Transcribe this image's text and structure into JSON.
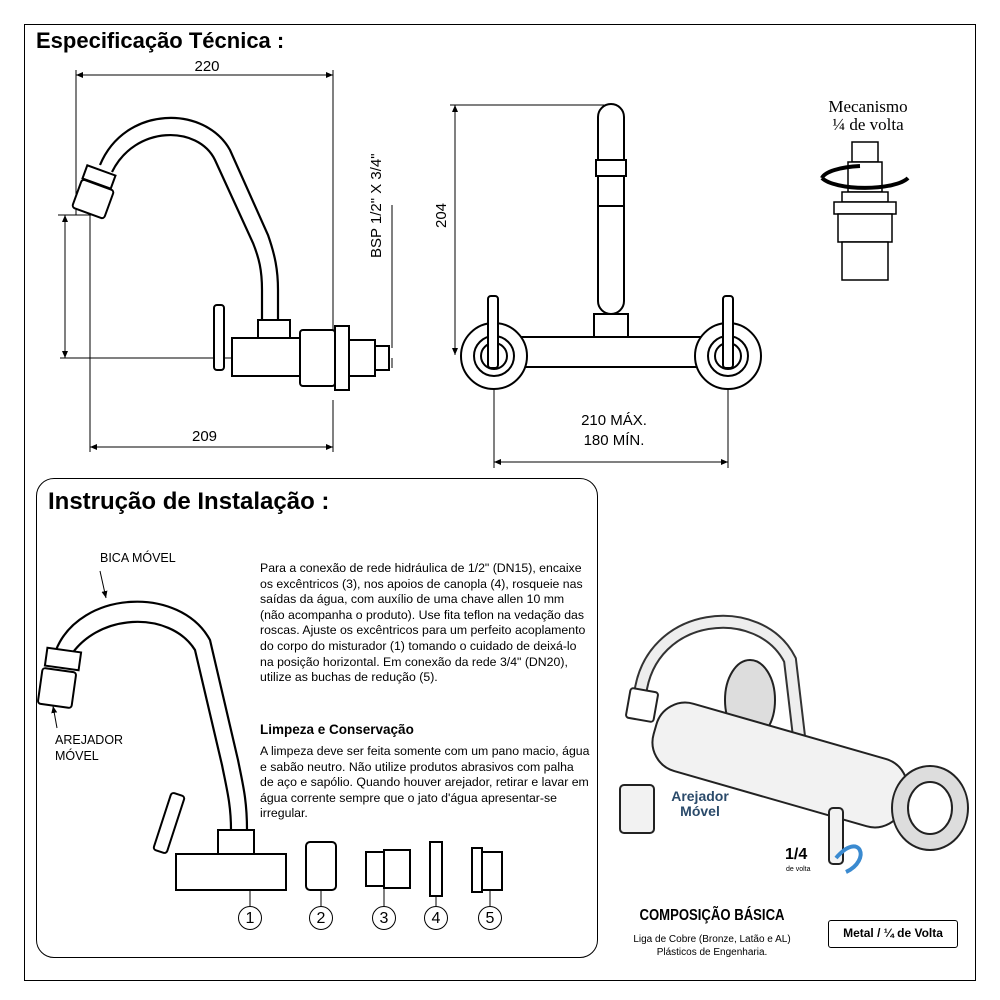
{
  "spec": {
    "title": "Especificação Técnica :",
    "dim_220": "220",
    "dim_209": "209",
    "dim_bsp": "BSP 1/2\" X 3/4\"",
    "dim_204": "204",
    "dim_210": "210 MÁX.",
    "dim_180": "180 MÍN.",
    "mech_line1": "Mecanismo",
    "mech_line2": "¼ de volta"
  },
  "install": {
    "title": "Instrução de Instalação :",
    "label_bica": "BICA MÓVEL",
    "label_arejador_1": "AREJADOR",
    "label_arejador_2": "MÓVEL",
    "paragraph": "Para a conexão de rede hidráulica de 1/2\" (DN15), encaixe os excêntricos (3), nos apoios de canopla (4), rosqueie nas saídas da água, com auxílio de uma chave allen 10 mm (não acompanha o produto). Use fita teflon na vedação das roscas. Ajuste os excêntricos para um perfeito acoplamento do corpo do misturador (1) tomando o cuidado de deixá-lo na posição horizontal. Em conexão da rede 3/4\" (DN20), utilize as buchas de redução (5).",
    "cleaning_title": "Limpeza e Conservação",
    "cleaning_text": "A limpeza deve ser feita somente com um pano macio, água e sabão neutro. Não utilize produtos abrasivos com palha de aço e sapólio. Quando houver arejador, retirar e lavar em água corrente sempre que o jato d'água apresentar-se irregular.",
    "parts": [
      "1",
      "2",
      "3",
      "4",
      "5"
    ]
  },
  "product": {
    "arejador_1": "Arejador",
    "arejador_2": "Móvel",
    "quarter": "1/4",
    "quarter_sub": "de volta",
    "composition_title": "COMPOSIÇÃO BÁSICA",
    "composition_line1": "Liga de Cobre (Bronze, Latão e AL)",
    "composition_line2": "Plásticos de Engenharia.",
    "badge": "Metal / ¼ de Volta"
  }
}
